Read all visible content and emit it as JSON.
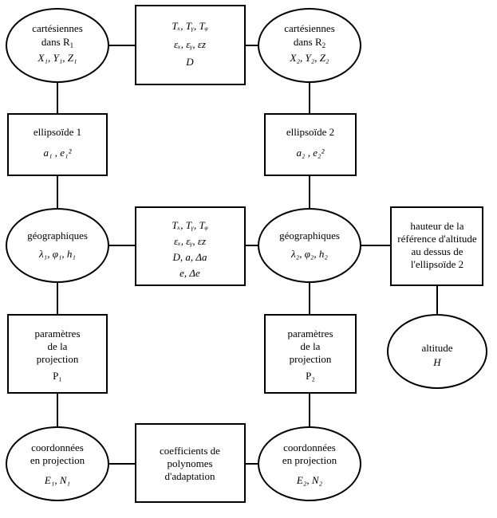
{
  "nodes": {
    "cart1": {
      "line1": "cartésiennes",
      "line2": "dans R",
      "line2_sub": "1",
      "coords": "X₁, Y₁, Z₁"
    },
    "params_top": {
      "line1": "Tₓ, Tᵧ, Tᵩ",
      "line2": "εₓ, εᵧ, εz",
      "line3": "D"
    },
    "cart2": {
      "line1": "cartésiennes",
      "line2": "dans R",
      "line2_sub": "2",
      "coords": "X₂, Y₂, Z₂"
    },
    "ell1": {
      "title": "ellipsoïde 1",
      "params": "a₁ , e₁²"
    },
    "ell2": {
      "title": "ellipsoïde 2",
      "params": "a₂ , e₂²"
    },
    "geo1": {
      "title": "géographiques",
      "coords": "λ₁, φ₁, h₁"
    },
    "params_mid": {
      "line1": "Tₓ, Tᵧ, Tᵩ",
      "line2": "εₓ, εᵧ, εz",
      "line3": "D, a, Δa",
      "line4": "e, Δe"
    },
    "geo2": {
      "title": "géographiques",
      "coords": "λ₂, φ₂, h₂"
    },
    "height": {
      "line1": "hauteur de la",
      "line2": "référence d'altitude",
      "line3": "au dessus de",
      "line4": "l'ellipsoïde 2"
    },
    "proj1": {
      "line1": "paramètres",
      "line2": "de la",
      "line3": "projection",
      "line4": "P₁"
    },
    "proj2": {
      "line1": "paramètres",
      "line2": "de la",
      "line3": "projection",
      "line4": "P₂"
    },
    "alt": {
      "title": "altitude",
      "symbol": "H"
    },
    "coord1": {
      "line1": "coordonnées",
      "line2": "en projection",
      "coords": "E₁, N₁"
    },
    "poly": {
      "line1": "coefficients de",
      "line2": "polynomes",
      "line3": "d'adaptation"
    },
    "coord2": {
      "line1": "coordonnées",
      "line2": "en projection",
      "coords": "E₂, N₂"
    }
  }
}
